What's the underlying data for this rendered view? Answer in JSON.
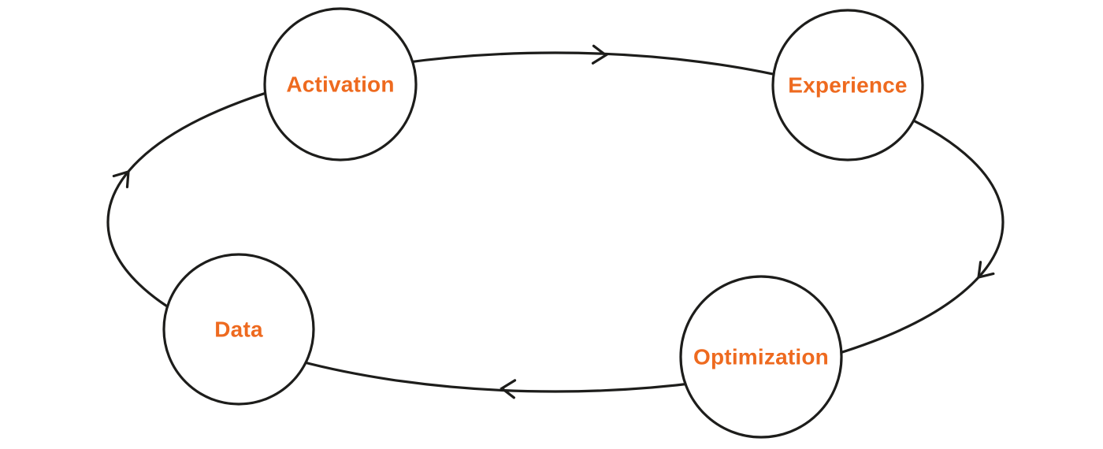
{
  "colors": {
    "bg": "#ffffff",
    "line": "#1d1d1b",
    "accent": "#ee6a1f"
  },
  "diagram": {
    "type": "cycle",
    "direction": "clockwise",
    "nodes": [
      {
        "id": "activation",
        "label": "Activation"
      },
      {
        "id": "experience",
        "label": "Experience"
      },
      {
        "id": "optimization",
        "label": "Optimization"
      },
      {
        "id": "data",
        "label": "Data"
      }
    ],
    "edges": [
      {
        "from": "activation",
        "to": "experience"
      },
      {
        "from": "experience",
        "to": "optimization"
      },
      {
        "from": "optimization",
        "to": "data"
      },
      {
        "from": "data",
        "to": "activation"
      }
    ]
  }
}
